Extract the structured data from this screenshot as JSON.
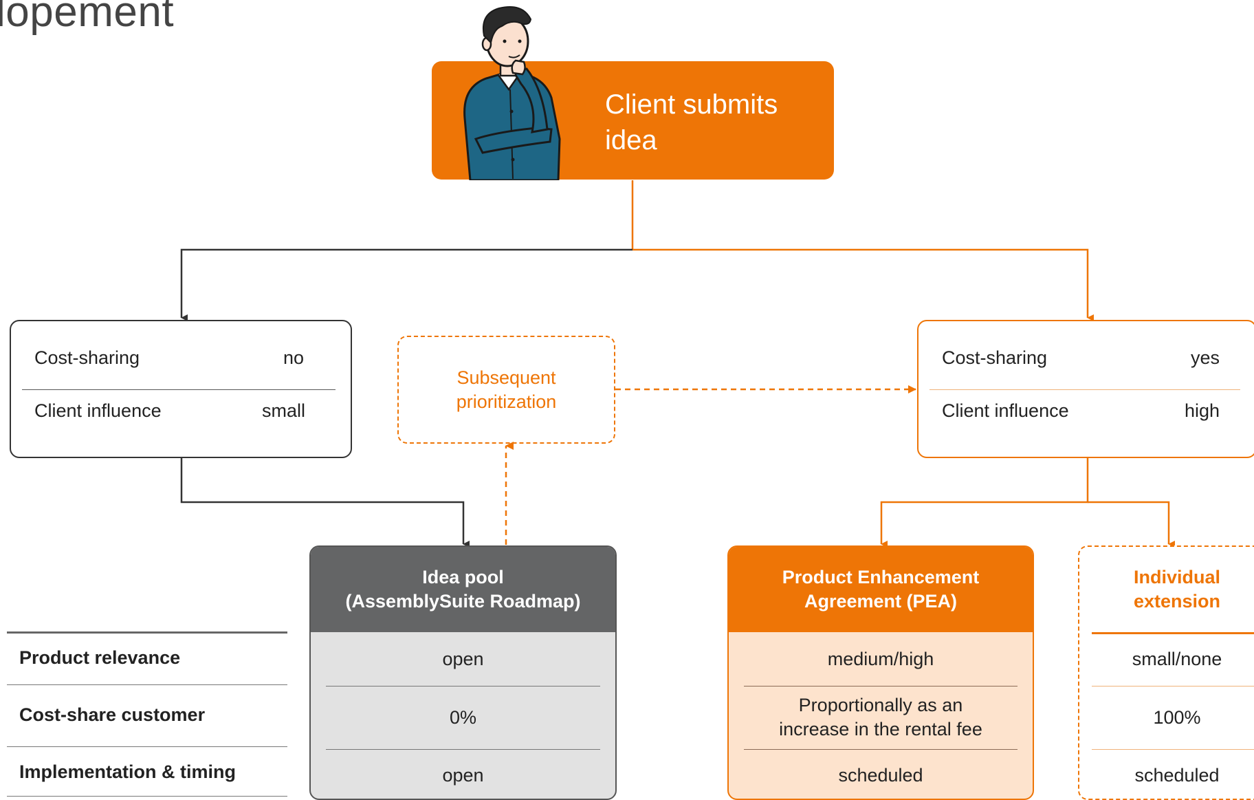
{
  "page": {
    "title": "lopement"
  },
  "client": {
    "label": "Client submits idea"
  },
  "left_conditions": [
    {
      "key": "Cost-sharing",
      "value": "no"
    },
    {
      "key": "Client influence",
      "value": "small"
    }
  ],
  "right_conditions": [
    {
      "key": "Cost-sharing",
      "value": "yes"
    },
    {
      "key": "Client influence",
      "value": "high"
    }
  ],
  "subsequent": {
    "label": "Subsequent prioritization"
  },
  "row_labels": [
    "Product relevance",
    "Cost-share customer",
    "Implementation & timing"
  ],
  "idea_pool": {
    "title_line1": "Idea pool",
    "title_line2": "(AssemblySuite Roadmap)",
    "values": [
      "open",
      "0%",
      "open"
    ]
  },
  "pea": {
    "title_line1": "Product Enhancement",
    "title_line2": "Agreement (PEA)",
    "values": [
      "medium/high",
      "Proportionally as an increase in the rental fee",
      "scheduled"
    ]
  },
  "individual": {
    "title_line1": "Individual",
    "title_line2": "extension",
    "values": [
      "small/none",
      "100%",
      "scheduled"
    ]
  },
  "colors": {
    "accent": "#ee7506",
    "dark": "#333333",
    "pool_header": "#646566",
    "pea_fill": "#fde3cd"
  }
}
